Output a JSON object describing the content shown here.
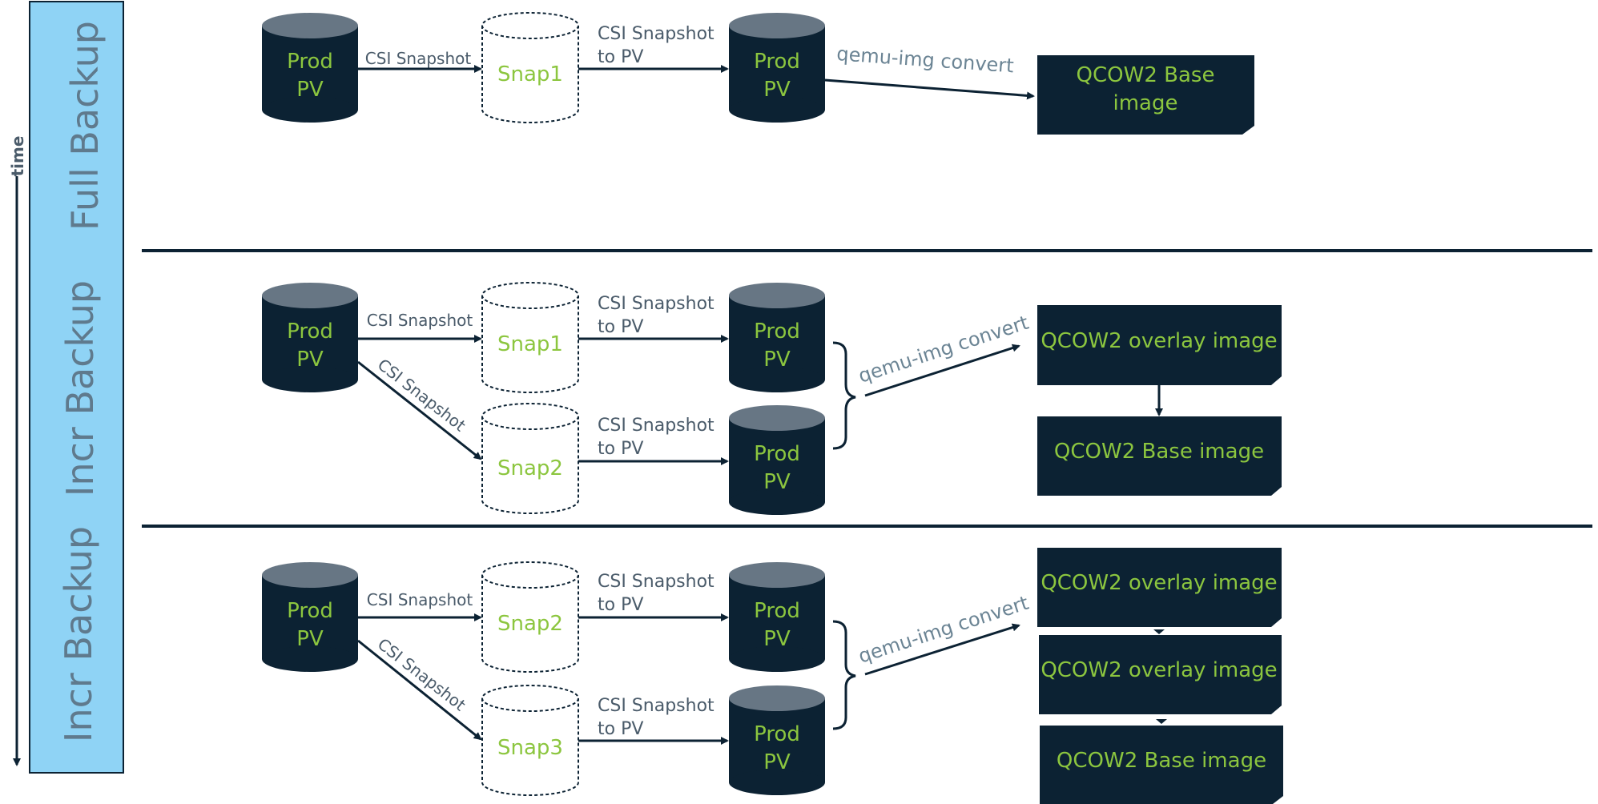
{
  "colors": {
    "navy": "#0c2233",
    "cylinder_top": "#677684",
    "green": "#8cc63f",
    "sidebar": "#8fd3f5",
    "sidebar_text": "#5f7a8d",
    "arrow": "#0c2233",
    "label": "#4a5b6a"
  },
  "timeline": {
    "label": "time",
    "phases": [
      "Full Backup",
      "Incr Backup",
      "Incr Backup"
    ]
  },
  "stages": [
    {
      "prod_top": {
        "line1": "Prod",
        "line2": "PV"
      },
      "csi_to_snap": "CSI Snapshot",
      "snap_top": "Snap1",
      "snap_to_pv": {
        "line1": "CSI Snapshot",
        "line2": "to PV"
      },
      "pv_top": {
        "line1": "Prod",
        "line2": "PV"
      },
      "convert": "qemu-img convert",
      "image_top": {
        "line1": "QCOW2 Base",
        "line2": "image"
      }
    },
    {
      "prod": {
        "line1": "Prod",
        "line2": "PV"
      },
      "csi_a": "CSI Snapshot",
      "csi_b": "CSI Snapshot",
      "snap_a": "Snap1",
      "snap_b": "Snap2",
      "snap_to_pv_a": {
        "line1": "CSI Snapshot",
        "line2": "to PV"
      },
      "snap_to_pv_b": {
        "line1": "CSI Snapshot",
        "line2": "to PV"
      },
      "pv_a": {
        "line1": "Prod",
        "line2": "PV"
      },
      "pv_b": {
        "line1": "Prod",
        "line2": "PV"
      },
      "convert": "qemu-img convert",
      "images": [
        "QCOW2 overlay image",
        "QCOW2 Base image"
      ]
    },
    {
      "prod": {
        "line1": "Prod",
        "line2": "PV"
      },
      "csi_a": "CSI Snapshot",
      "csi_b": "CSI Snapshot",
      "snap_a": "Snap2",
      "snap_b": "Snap3",
      "snap_to_pv_a": {
        "line1": "CSI Snapshot",
        "line2": "to PV"
      },
      "snap_to_pv_b": {
        "line1": "CSI Snapshot",
        "line2": "to PV"
      },
      "pv_a": {
        "line1": "Prod",
        "line2": "PV"
      },
      "pv_b": {
        "line1": "Prod",
        "line2": "PV"
      },
      "convert": "qemu-img convert",
      "images": [
        "QCOW2 overlay image",
        "QCOW2 overlay image",
        "QCOW2 Base image"
      ]
    }
  ]
}
